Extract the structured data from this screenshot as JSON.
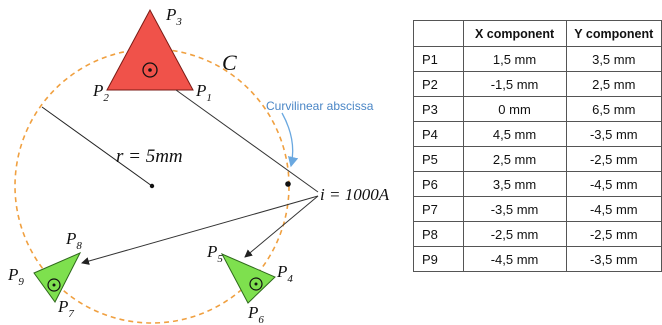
{
  "diagram": {
    "contour_label": "C",
    "radius_label": "r = 5mm",
    "current_label": "i = 1000A",
    "abscissa_label": "Curvilinear abscissa",
    "points": [
      {
        "sym": "P",
        "sub": "1"
      },
      {
        "sym": "P",
        "sub": "2"
      },
      {
        "sym": "P",
        "sub": "3"
      },
      {
        "sym": "P",
        "sub": "4"
      },
      {
        "sym": "P",
        "sub": "5"
      },
      {
        "sym": "P",
        "sub": "6"
      },
      {
        "sym": "P",
        "sub": "7"
      },
      {
        "sym": "P",
        "sub": "8"
      },
      {
        "sym": "P",
        "sub": "9"
      }
    ],
    "colors": {
      "red_conductor": "#f0524a",
      "green_conductor": "#7ee04e",
      "circle": "#f0a040",
      "arrow": "#6aa8e0"
    }
  },
  "table": {
    "headers": [
      "",
      "X component",
      "Y component"
    ],
    "rows": [
      {
        "name": "P1",
        "x": "1,5 mm",
        "y": "3,5 mm"
      },
      {
        "name": "P2",
        "x": "-1,5 mm",
        "y": "2,5 mm"
      },
      {
        "name": "P3",
        "x": "0 mm",
        "y": "6,5 mm"
      },
      {
        "name": "P4",
        "x": "4,5 mm",
        "y": "-3,5 mm"
      },
      {
        "name": "P5",
        "x": "2,5 mm",
        "y": "-2,5 mm"
      },
      {
        "name": "P6",
        "x": "3,5 mm",
        "y": "-4,5 mm"
      },
      {
        "name": "P7",
        "x": "-3,5 mm",
        "y": "-4,5 mm"
      },
      {
        "name": "P8",
        "x": "-2,5 mm",
        "y": "-2,5 mm"
      },
      {
        "name": "P9",
        "x": "-4,5 mm",
        "y": "-3,5 mm"
      }
    ]
  }
}
